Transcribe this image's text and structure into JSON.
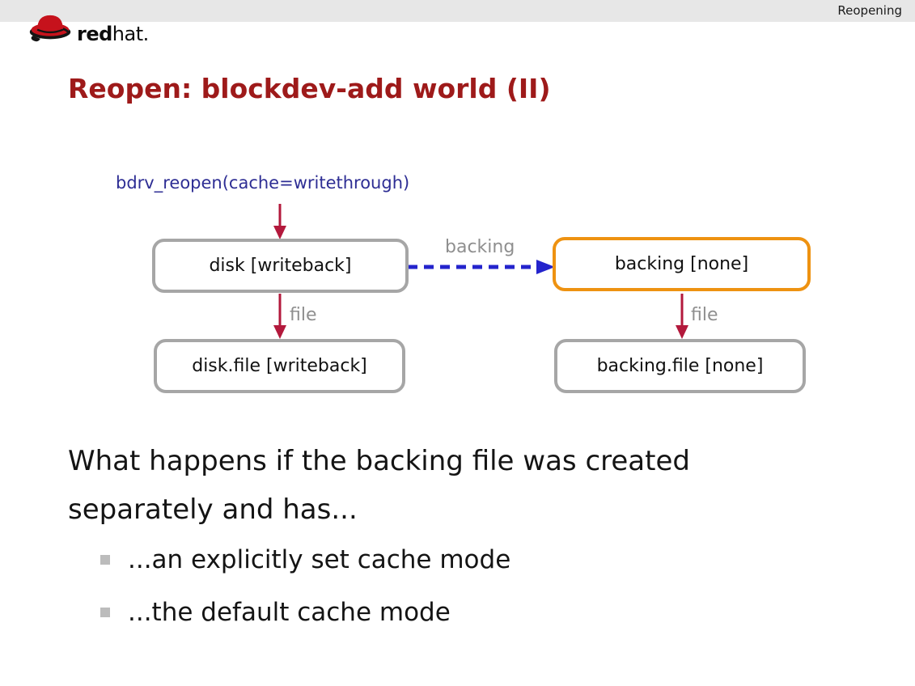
{
  "header": {
    "section_label": "Reopening"
  },
  "logo": {
    "brand_bold": "red",
    "brand_rest": "hat."
  },
  "slide": {
    "title": "Reopen: blockdev-add world (II)"
  },
  "diagram": {
    "call_label": "bdrv_reopen(cache=writethrough)",
    "nodes": {
      "disk": "disk [writeback]",
      "backing": "backing [none]",
      "disk_file": "disk.file [writeback]",
      "backing_file": "backing.file [none]"
    },
    "edge_labels": {
      "backing": "backing",
      "file_left": "file",
      "file_right": "file"
    },
    "colors": {
      "node_border_gray": "#a6a6a6",
      "node_border_highlight": "#ee9211",
      "edge_crimson": "#b3193c",
      "edge_dashed_blue": "#2424cc",
      "call_text_blue": "#2e2e94",
      "edge_label_gray": "#8f8f8f",
      "title_red": "#9e1a1a",
      "topbar_gray": "#e7e7e7"
    }
  },
  "body": {
    "question_lines": [
      "What happens if the backing file was created",
      "separately and has..."
    ],
    "bullets": [
      "...an explicitly set cache mode",
      "...the default cache mode"
    ]
  }
}
